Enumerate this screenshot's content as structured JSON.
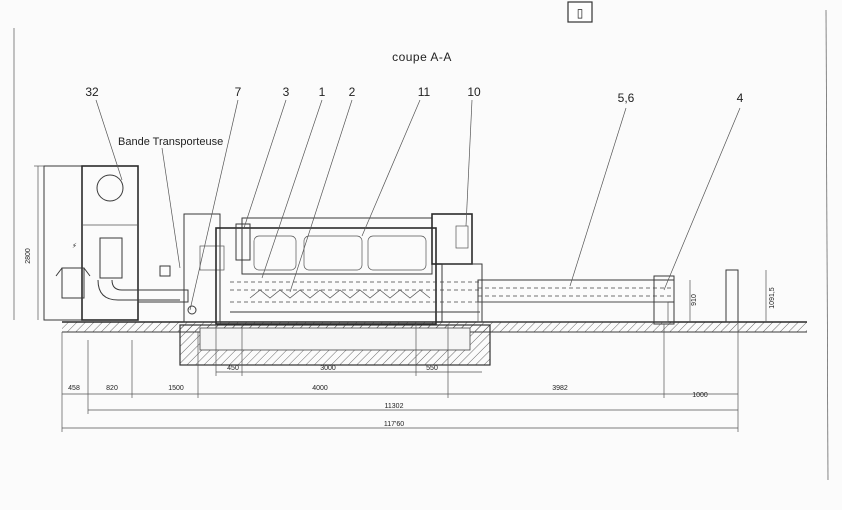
{
  "page_marker": "▯",
  "title": "coupe A-A",
  "conveyor_label": "Bande Transporteuse",
  "item_numbers": [
    "32",
    "7",
    "3",
    "1",
    "2",
    "11",
    "10",
    "5,6",
    "4"
  ],
  "dimensions": {
    "horizontal": [
      "458",
      "820",
      "1500",
      "450",
      "3000",
      "4000",
      "550",
      "3982",
      "1000",
      "11302",
      "117'60"
    ],
    "vertical": [
      "2800",
      "910",
      "1091,5"
    ]
  }
}
